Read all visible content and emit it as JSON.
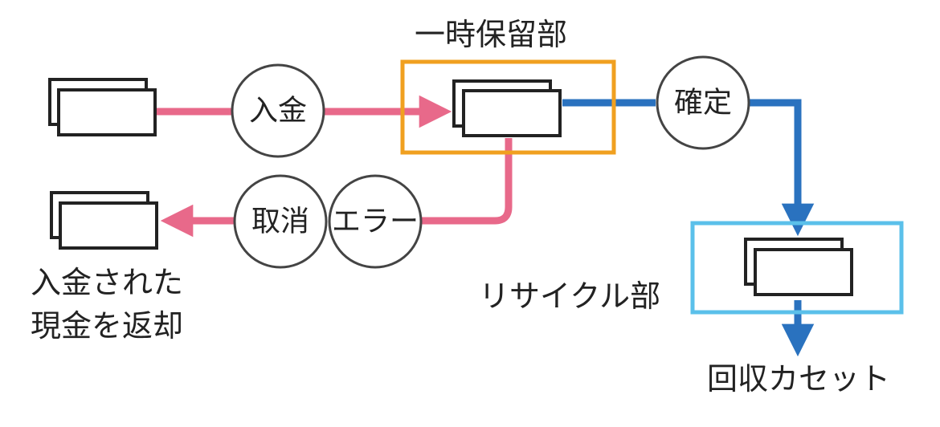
{
  "labels": {
    "deposit": "入金",
    "cancel": "取消",
    "error": "エラー",
    "confirm": "確定",
    "temporary_hold": "一時保留部",
    "recycle": "リサイクル部",
    "collection_cassette": "回収カセット",
    "returned_line1": "入金された",
    "returned_line2": "現金を返却"
  },
  "colors": {
    "pink_flow": "#e8698a",
    "blue_flow": "#2a72bf",
    "temporary_hold_box": "#f0a020",
    "recycle_box": "#5bc0ea",
    "outline": "#222222",
    "circle_outline": "#444444"
  }
}
